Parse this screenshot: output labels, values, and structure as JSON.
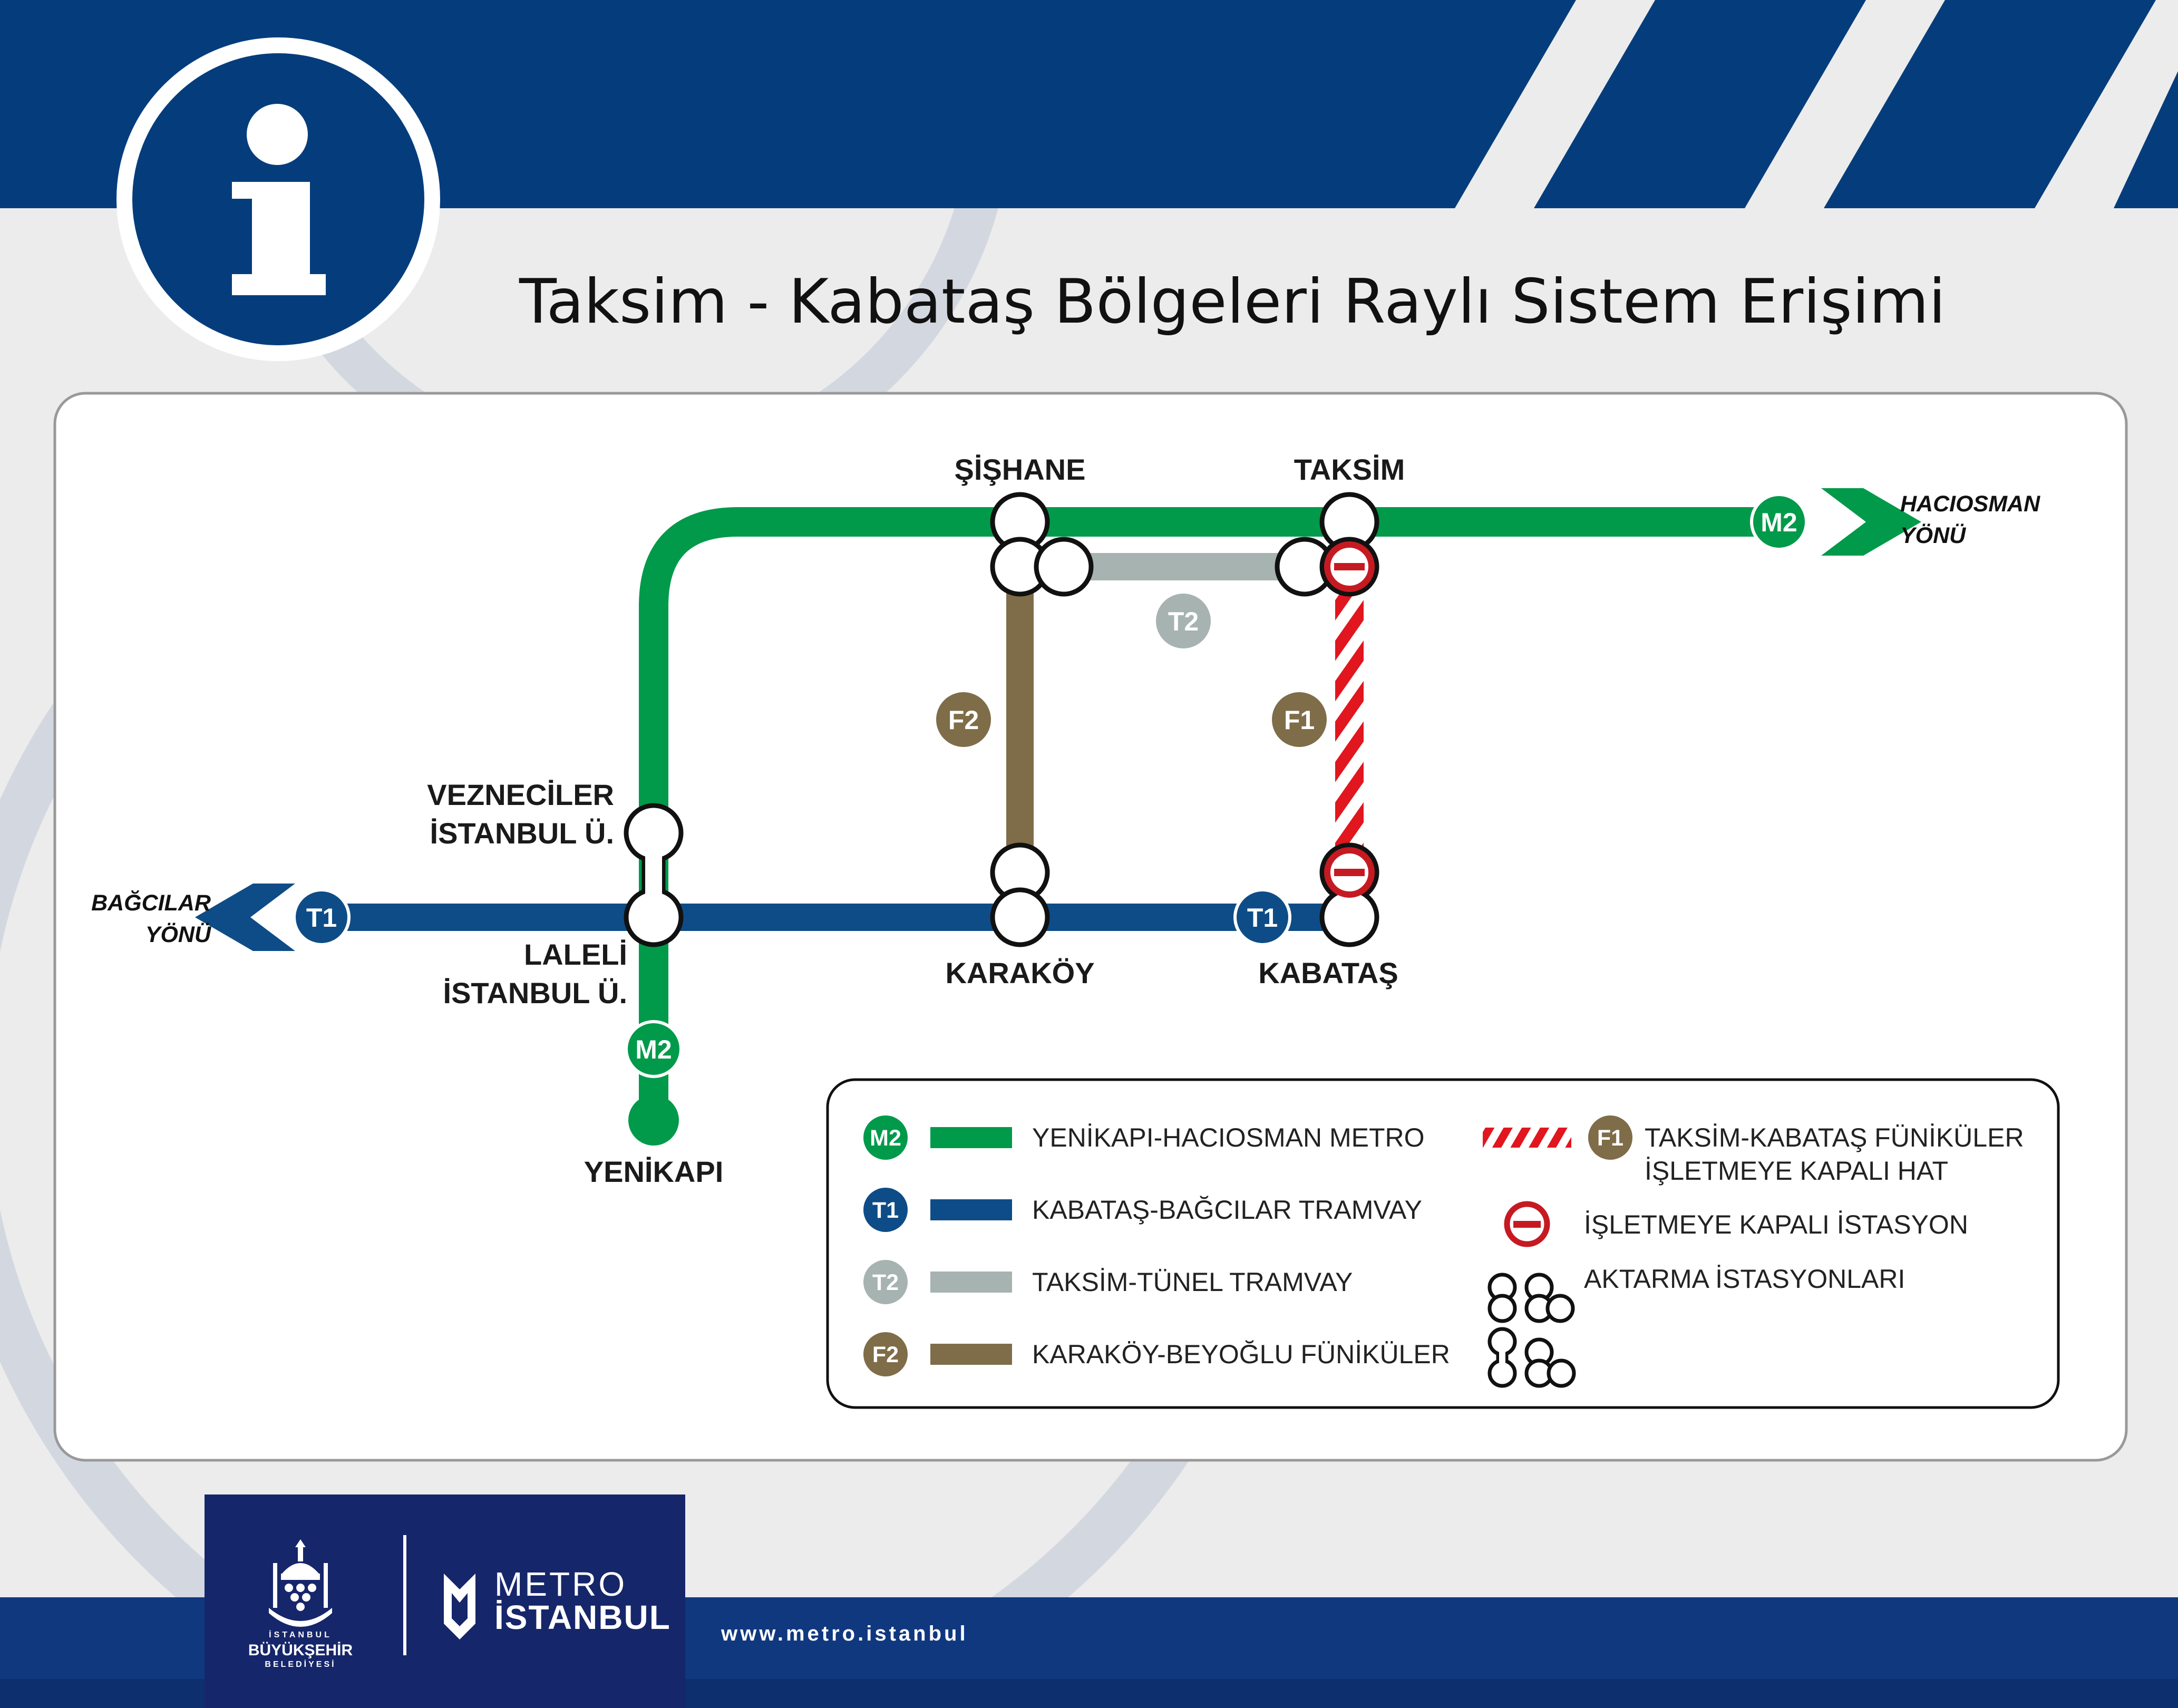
{
  "title": "Taksim - Kabataş Bölgeleri Raylı Sistem Erişimi",
  "info_icon": "information-icon",
  "colors": {
    "navy": "#053d7c",
    "m2": "#019a4a",
    "t1": "#0e4c87",
    "t2": "#a6b3b1",
    "f2": "#7f6d49",
    "f1": "#e1161e",
    "closed": "#c61a23"
  },
  "lines": {
    "m2": "M2",
    "t1": "T1",
    "t2": "T2",
    "f1": "F1",
    "f2": "F2"
  },
  "stations": {
    "sishane": "ŞİŞHANE",
    "taksim": "TAKSİM",
    "vezneciler_1": "VEZNECİLER",
    "vezneciler_2": "İSTANBUL Ü.",
    "laleli_1": "LALELİ",
    "laleli_2": "İSTANBUL Ü.",
    "karakoy": "KARAKÖY",
    "kabatas": "KABATAŞ",
    "yenikapi": "YENİKAPI"
  },
  "directions": {
    "hacisoman_1": "HACIOSMAN",
    "hacisoman_2": "YÖNÜ",
    "bagcilar_1": "BAĞCILAR",
    "bagcilar_2": "YÖNÜ"
  },
  "legend": {
    "m2": "YENİKAPI-HACIOSMAN METRO",
    "t1": "KABATAŞ-BAĞCILAR TRAMVAY",
    "t2": "TAKSİM-TÜNEL TRAMVAY",
    "f2": "KARAKÖY-BEYOĞLU FÜNİKÜLER",
    "f1_1": "TAKSİM-KABATAŞ FÜNİKÜLER",
    "f1_2": "İŞLETMEYE KAPALI HAT",
    "closed_station": "İŞLETMEYE KAPALI İSTASYON",
    "transfer": "AKTARMA İSTASYONLARI"
  },
  "footer": {
    "ibb_line1": "İSTANBUL",
    "ibb_line2": "BÜYÜKŞEHİR",
    "ibb_line3": "BELEDİYESİ",
    "metro_line1": "METRO",
    "metro_line2": "İSTANBUL",
    "url": "www.metro.istanbul"
  }
}
